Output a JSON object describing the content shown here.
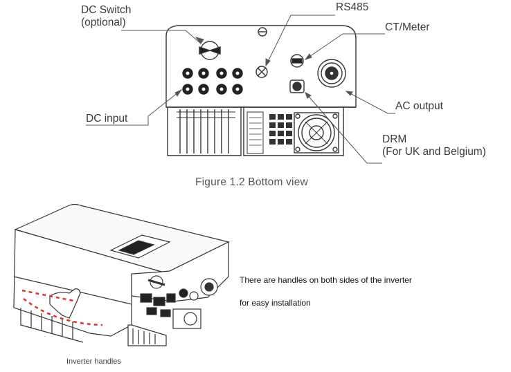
{
  "labels": {
    "dc_switch": [
      "DC Switch",
      "(optional)"
    ],
    "dc_input": "DC input",
    "rs485": "RS485",
    "ct_meter": "CT/Meter",
    "ac_output": "AC output",
    "drm": [
      "DRM",
      "(For UK and Belgium)"
    ]
  },
  "figure_caption": "Figure 1.2 Bottom view",
  "description": {
    "line1": "There are handles on both sides of the inverter",
    "line2": "for easy installation"
  },
  "handles_caption": "Inverter handles",
  "colors": {
    "line": "#333333",
    "handle_dash": "#e03030"
  }
}
